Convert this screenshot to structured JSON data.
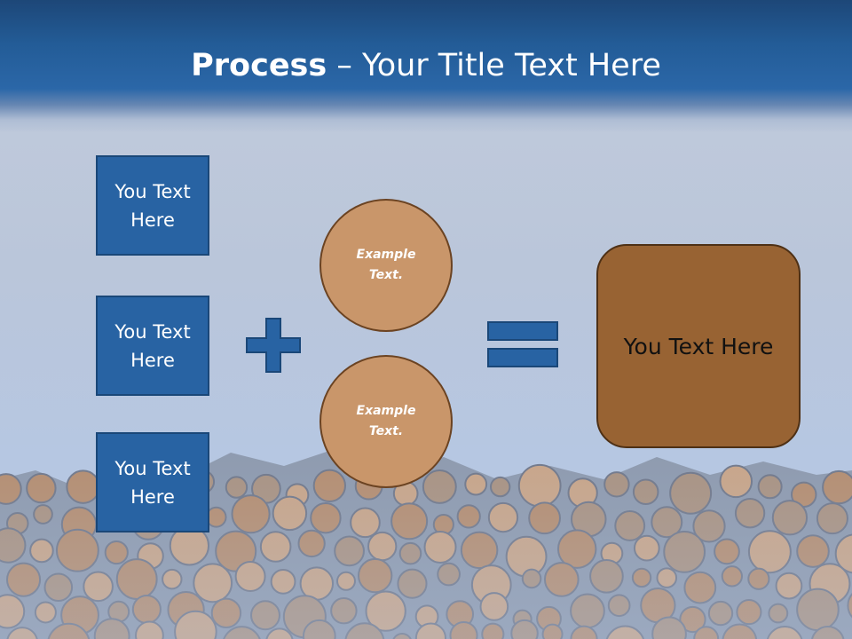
{
  "title": {
    "bold": "Process",
    "rest": " – Your Title Text Here"
  },
  "boxes": [
    {
      "line1": "You Text",
      "line2": "Here"
    },
    {
      "line1": "You Text",
      "line2": "Here"
    },
    {
      "line1": "You Text",
      "line2": "Here"
    }
  ],
  "circles": [
    {
      "line1": "Example",
      "line2": "Text."
    },
    {
      "line1": "Example",
      "line2": "Text."
    }
  ],
  "result": {
    "label": "You Text Here"
  },
  "colors": {
    "header_blue": "#2863a3",
    "box_fill": "#2863a3",
    "circle_fill": "#c9966a",
    "result_fill": "#986333"
  },
  "icons": {
    "plus": "plus-icon",
    "equals": "equals-icon",
    "background": "log-pile-photo"
  }
}
